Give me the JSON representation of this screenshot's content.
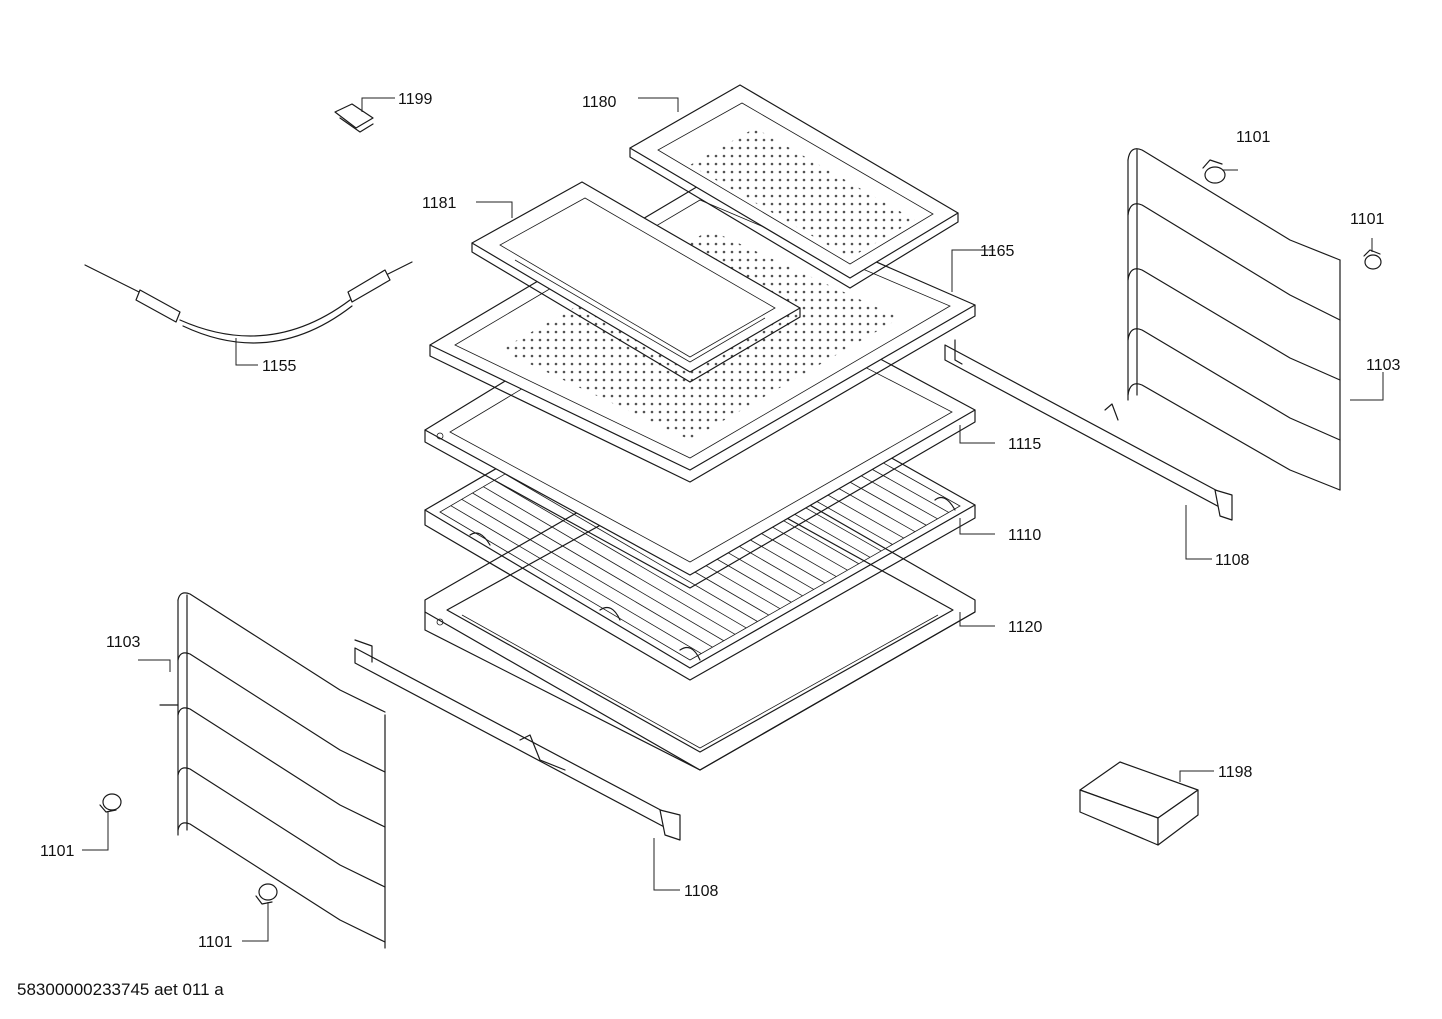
{
  "document_id": "58300000233745 aet 011 a",
  "callouts": [
    {
      "key": "c1199",
      "label": "1199"
    },
    {
      "key": "c1180",
      "label": "1180"
    },
    {
      "key": "c1181",
      "label": "1181"
    },
    {
      "key": "c1155",
      "label": "1155"
    },
    {
      "key": "c1165",
      "label": "1165"
    },
    {
      "key": "c1115",
      "label": "1115"
    },
    {
      "key": "c1110",
      "label": "1110"
    },
    {
      "key": "c1120",
      "label": "1120"
    },
    {
      "key": "c1101a",
      "label": "1101"
    },
    {
      "key": "c1101b",
      "label": "1101"
    },
    {
      "key": "c1103a",
      "label": "1103"
    },
    {
      "key": "c1108a",
      "label": "1108"
    },
    {
      "key": "c1103b",
      "label": "1103"
    },
    {
      "key": "c1101c",
      "label": "1101"
    },
    {
      "key": "c1101d",
      "label": "1101"
    },
    {
      "key": "c1108b",
      "label": "1108"
    },
    {
      "key": "c1198",
      "label": "1198"
    }
  ],
  "colors": {
    "line": "#1a1a1a",
    "background": "#ffffff"
  }
}
